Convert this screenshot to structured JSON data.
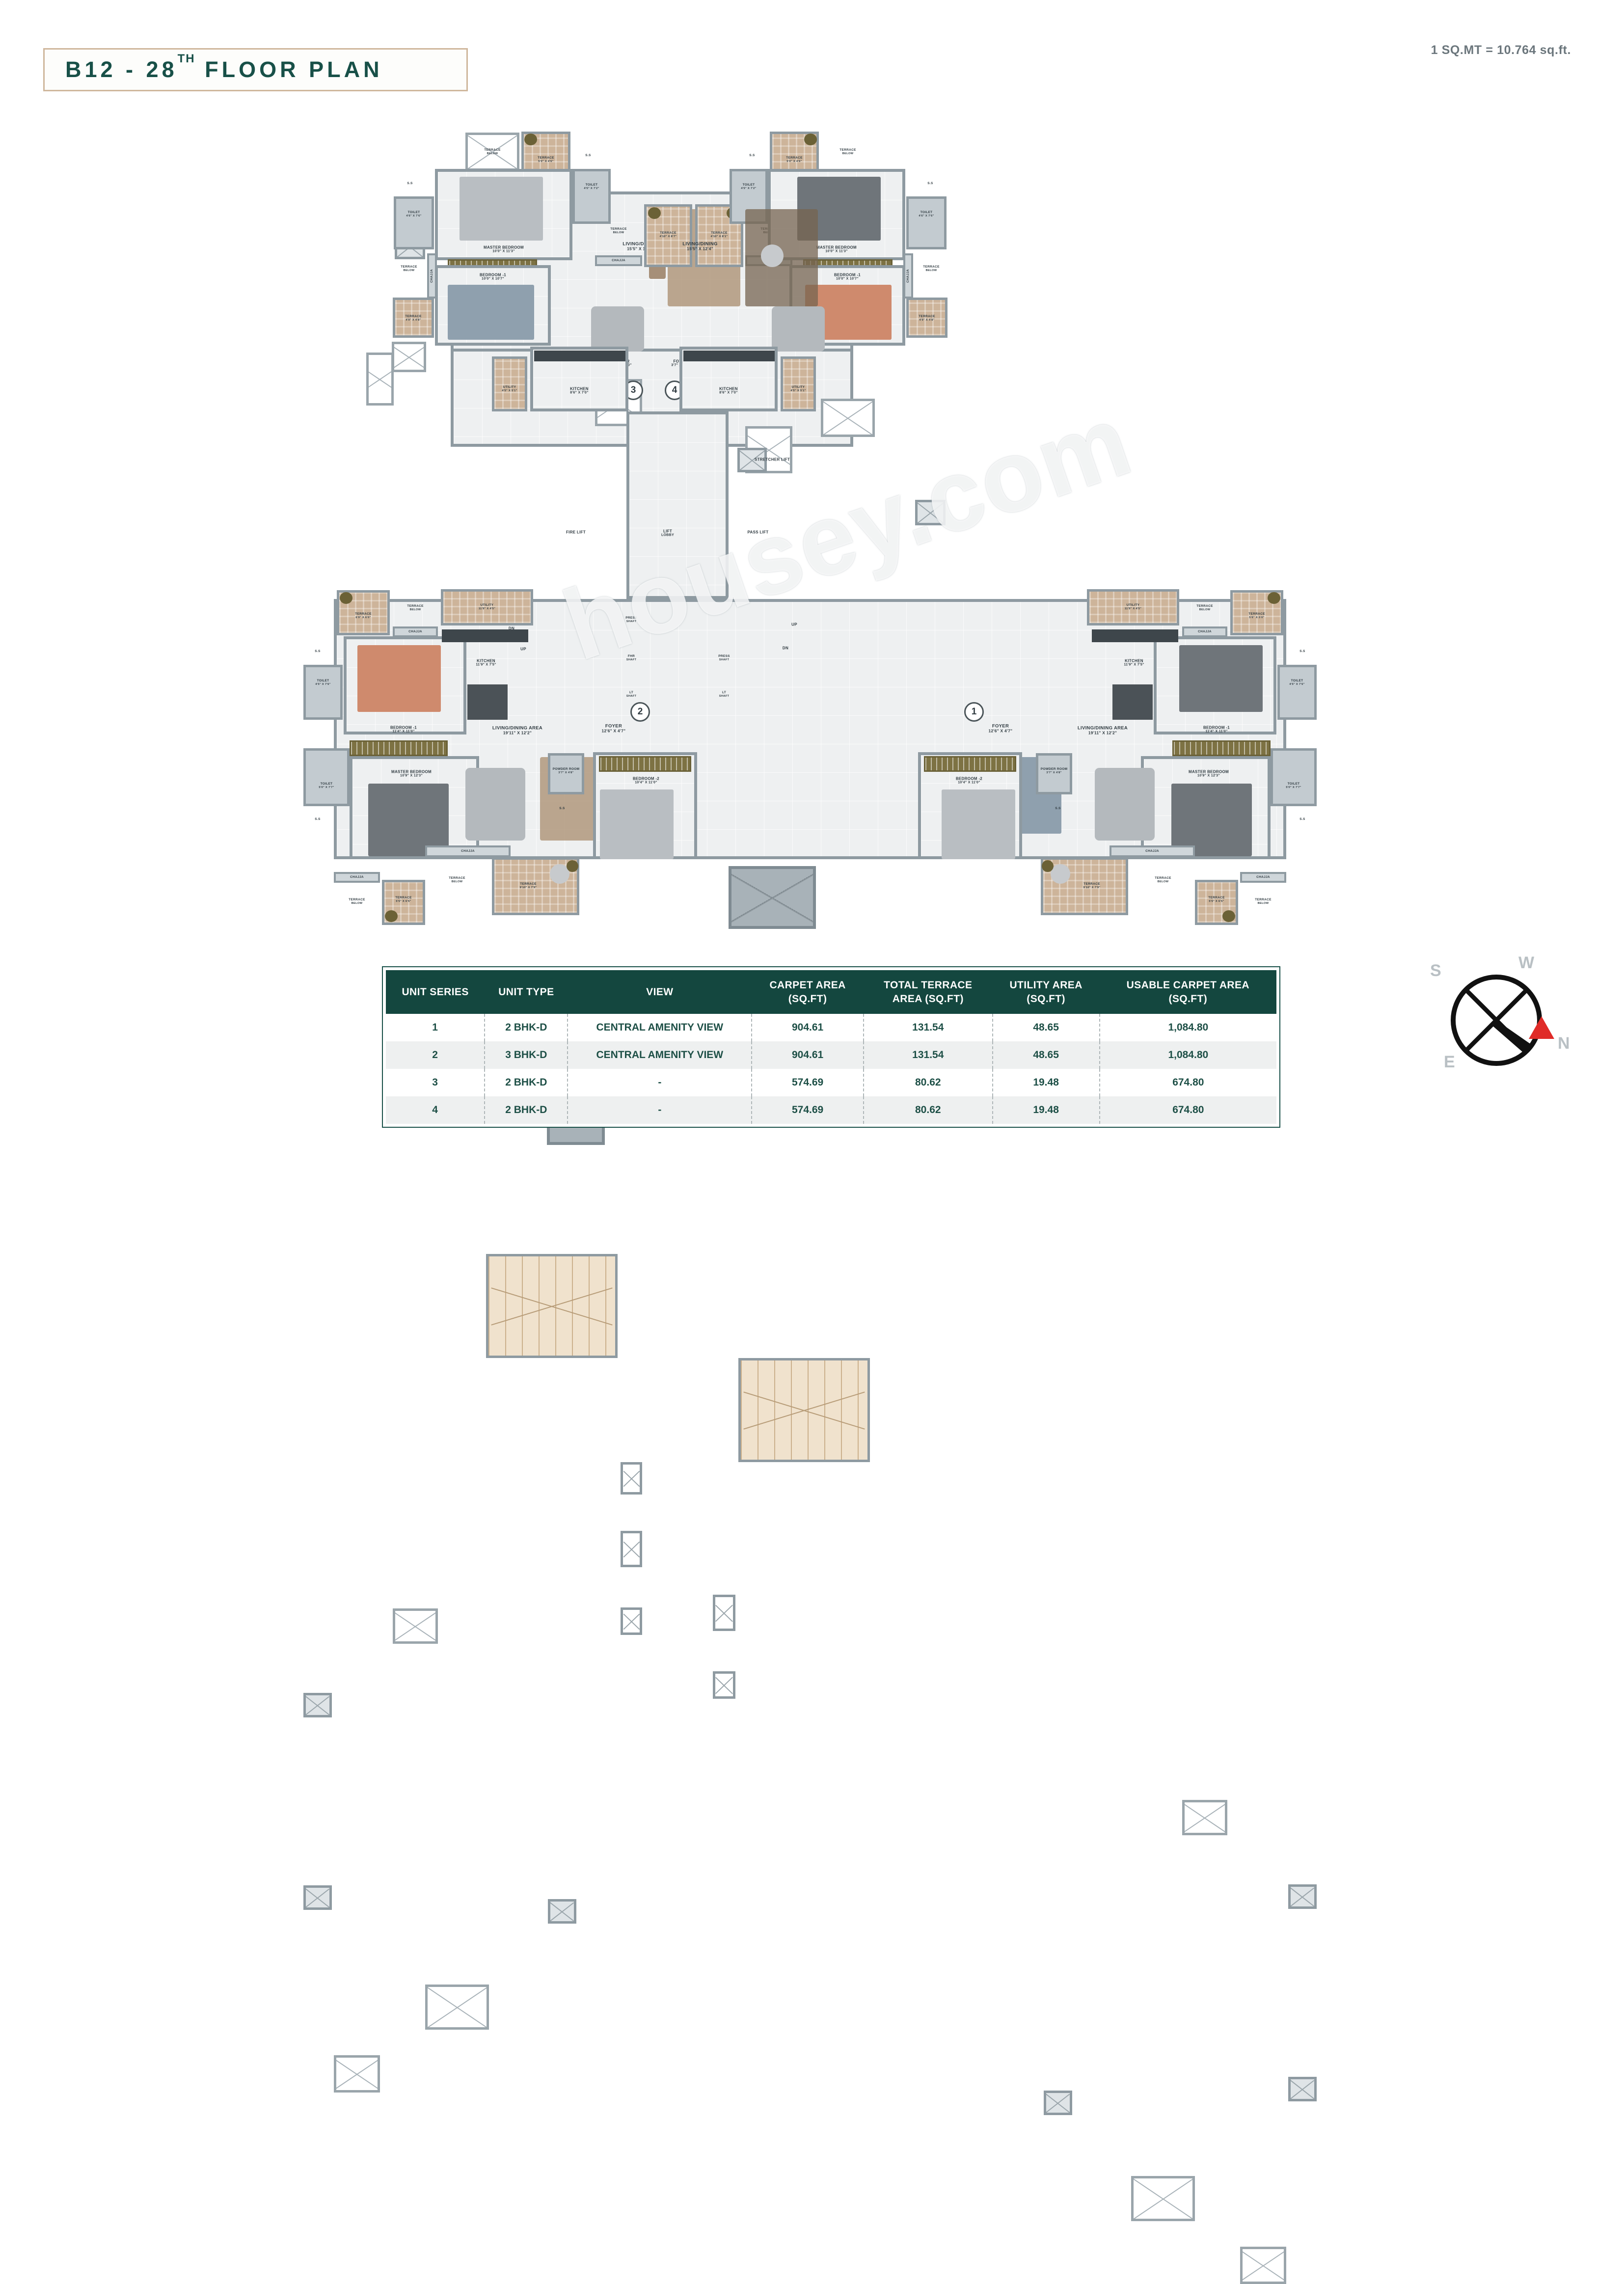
{
  "header": {
    "title_main": "B12 - 28",
    "title_sup": "TH",
    "title_rest": " FLOOR PLAN",
    "unit_note": "1 SQ.MT = 10.764 sq.ft.",
    "border_color": "#cfb79c",
    "title_color": "#185048"
  },
  "watermark": {
    "text": "housey.com"
  },
  "table": {
    "accent_color": "#14473f",
    "headers": [
      "UNIT SERIES",
      "UNIT TYPE",
      "VIEW",
      "CARPET AREA (SQ.FT)",
      "TOTAL TERRACE AREA (SQ.FT)",
      "UTILITY AREA (SQ.FT)",
      "USABLE CARPET AREA (SQ.FT)"
    ],
    "header_lines": [
      [
        "UNIT SERIES",
        ""
      ],
      [
        "UNIT TYPE",
        ""
      ],
      [
        "VIEW",
        ""
      ],
      [
        "CARPET AREA",
        "(SQ.FT)"
      ],
      [
        "TOTAL TERRACE",
        "AREA (SQ.FT)"
      ],
      [
        "UTILITY AREA",
        "(SQ.FT)"
      ],
      [
        "USABLE CARPET AREA",
        "(SQ.FT)"
      ]
    ],
    "rows": [
      {
        "series": "1",
        "type": "2 BHK-D",
        "view": "CENTRAL AMENITY VIEW",
        "carpet": "904.61",
        "terrace": "131.54",
        "utility": "48.65",
        "usable": "1,084.80"
      },
      {
        "series": "2",
        "type": "3 BHK-D",
        "view": "CENTRAL AMENITY VIEW",
        "carpet": "904.61",
        "terrace": "131.54",
        "utility": "48.65",
        "usable": "1,084.80"
      },
      {
        "series": "3",
        "type": "2 BHK-D",
        "view": "-",
        "carpet": "574.69",
        "terrace": "80.62",
        "utility": "19.48",
        "usable": "674.80"
      },
      {
        "series": "4",
        "type": "2 BHK-D",
        "view": "-",
        "carpet": "574.69",
        "terrace": "80.62",
        "utility": "19.48",
        "usable": "674.80"
      }
    ]
  },
  "compass": {
    "north": "N",
    "south": "S",
    "east": "E",
    "west": "W",
    "needle_color": "#e02b28"
  },
  "plan": {
    "unit_markers": [
      "1",
      "2",
      "3",
      "4"
    ],
    "core": {
      "stretcher_lift": "STRETCHER LIFT",
      "pass_lift": "PASS LIFT",
      "fire_lift": "FIRE LIFT",
      "lift_lobby_line1": "LIFT",
      "lift_lobby_line2": "LOBBY",
      "press_shaft_line1": "PRESS",
      "press_shaft_line2": "SHAFT",
      "fhr_shaft_line1": "FHR",
      "fhr_shaft_line2": "SHAFT",
      "lt_shaft_line1": "LT",
      "lt_shaft_line2": "SHAFT",
      "up": "UP",
      "dn": "DN"
    },
    "common": {
      "chajja": "CHAJJA",
      "ss": "S.S",
      "terrace_below_l1": "TERRACE",
      "terrace_below_l2": "BELOW"
    },
    "upper_wing": {
      "master_bedroom": {
        "name": "MASTER BEDROOM",
        "dim": "10'0\" X 11'3\""
      },
      "bedroom_1": {
        "name": "BEDROOM -1",
        "dim": "10'0\" X 10'7\""
      },
      "living_dining": {
        "name": "LIVING/DINING",
        "dim": "15'5\" X 12'4\""
      },
      "kitchen": {
        "name": "KITCHEN",
        "dim": "8'6\" X 7'0\""
      },
      "utility": {
        "name": "UTILITY",
        "dim": "4'5\" X 5'1\""
      },
      "foyer": {
        "name": "FOYER",
        "dim": "3'7\" X 4'0\""
      },
      "toilet_outer": {
        "name": "TOILET",
        "dim": "4'6\" X 7'6\""
      },
      "toilet_inner": {
        "name": "TOILET",
        "dim": "4'5\" X 7'2\""
      },
      "terrace_top": {
        "name": "TERRACE",
        "dim": "5'0\" X 4'6\""
      },
      "terrace_mid_l": {
        "name": "TERRACE",
        "dim": "4'10\" X 8'7\""
      },
      "terrace_mid_r": {
        "name": "TERRACE",
        "dim": "4'10\" X 8'1\""
      },
      "terrace_side": {
        "name": "TERRACE",
        "dim": "4'9\" X 4'8\""
      }
    },
    "lower_wing": {
      "master_bedroom": {
        "name": "MASTER BEDROOM",
        "dim": "10'9\" X 12'3\""
      },
      "bedroom_1": {
        "name": "BEDROOM -1",
        "dim": "11'4\" X 11'0\""
      },
      "bedroom_2": {
        "name": "BEDROOM -2",
        "dim": "10'4\" X 11'0\""
      },
      "living_dining": {
        "name": "LIVING/DINING AREA",
        "dim": "19'11\" X 12'2\""
      },
      "kitchen": {
        "name": "KITCHEN",
        "dim": "11'9\" X 7'5\""
      },
      "utility": {
        "name": "UTILITY",
        "dim": "11'9\" X 4'5\""
      },
      "foyer": {
        "name": "FOYER",
        "dim": "12'6\" X 4'7\""
      },
      "powder_room": {
        "name": "POWDER ROOM",
        "dim": "3'7\" X 4'8\""
      },
      "toilet_upper": {
        "name": "TOILET",
        "dim": "4'5\" X 7'6\""
      },
      "toilet_lower": {
        "name": "TOILET",
        "dim": "5'0\" X 7'7\""
      },
      "terrace_top": {
        "name": "TERRACE",
        "dim": "6'9\" X 6'0\""
      },
      "terrace_side": {
        "name": "TERRACE",
        "dim": "5'6\" X 5'0\""
      },
      "terrace_bottom": {
        "name": "TERRACE",
        "dim": "9'10\" X 7'9\""
      },
      "terrace_corner": {
        "name": "TERRACE",
        "dim": "5'5\" X 6'5\""
      }
    }
  }
}
